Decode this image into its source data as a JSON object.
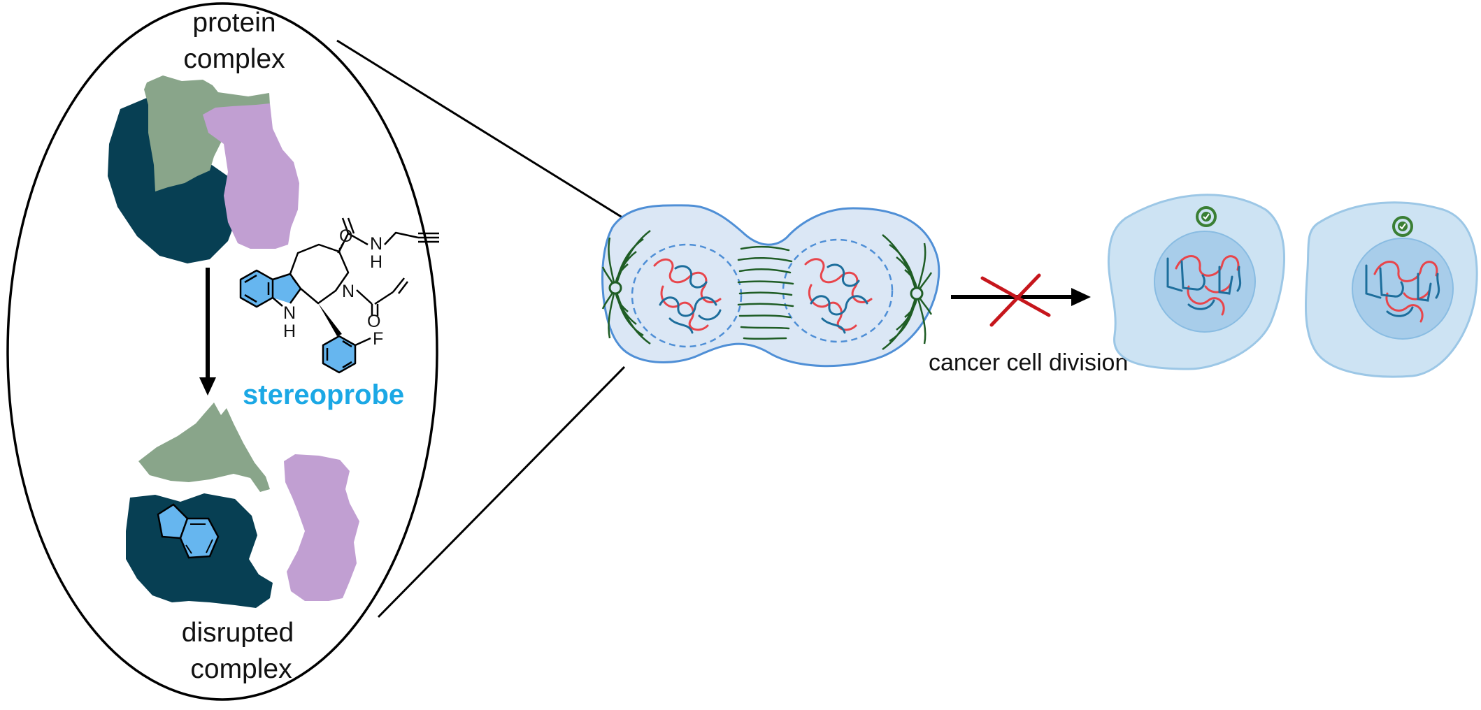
{
  "labels": {
    "protein_complex_line1": "protein",
    "protein_complex_line2": "complex",
    "disrupted_line1": "disrupted",
    "disrupted_line2": "complex",
    "stereoprobe": "stereoprobe",
    "cancer_cell_division": "cancer cell division"
  },
  "molecule_atoms": {
    "o_top": "O",
    "nh_amide": "N",
    "h_amide": "H",
    "n_ring": "N",
    "o_acryl": "O",
    "nh_indole": "N",
    "h_indole": "H",
    "fluorine": "F"
  },
  "colors": {
    "protein_dark": "#073f53",
    "protein_green": "#89a58a",
    "protein_purple": "#c19fd2",
    "probe_blue": "#66b6ef",
    "probe_text": "#1ba8e5",
    "cell_fill": "#dbe7f5",
    "cell_outline": "#4f8fd6",
    "spindle_green": "#1f5d25",
    "chromosome_red": "#e8454b",
    "chromosome_blue": "#1d6e9c",
    "daughter_fill": "#cde3f3",
    "daughter_nucleus": "#a8cdea",
    "check_green": "#3a7f34",
    "cross_red": "#c6161c"
  },
  "icons": [
    "down-arrow-icon",
    "right-arrow-icon",
    "blocked-cross-icon",
    "check-badge-icon"
  ]
}
